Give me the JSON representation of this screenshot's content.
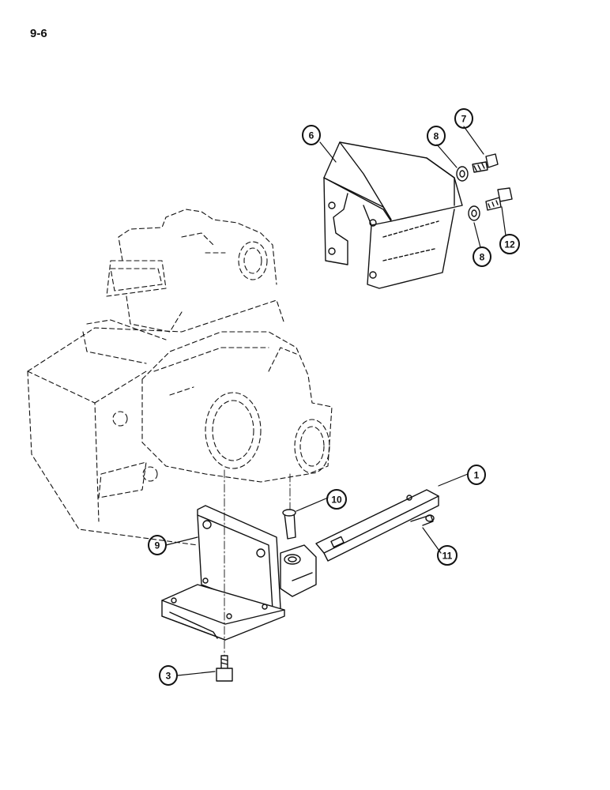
{
  "page": {
    "number": "9-6"
  },
  "callouts": [
    {
      "id": "c6",
      "label": "6"
    },
    {
      "id": "c8a",
      "label": "8"
    },
    {
      "id": "c7",
      "label": "7"
    },
    {
      "id": "c12",
      "label": "12"
    },
    {
      "id": "c8b",
      "label": "8"
    },
    {
      "id": "c1",
      "label": "1"
    },
    {
      "id": "c10",
      "label": "10"
    },
    {
      "id": "c9",
      "label": "9"
    },
    {
      "id": "c11",
      "label": "11"
    },
    {
      "id": "c3",
      "label": "3"
    }
  ],
  "colors": {
    "line": "#111111",
    "background": "#ffffff"
  }
}
